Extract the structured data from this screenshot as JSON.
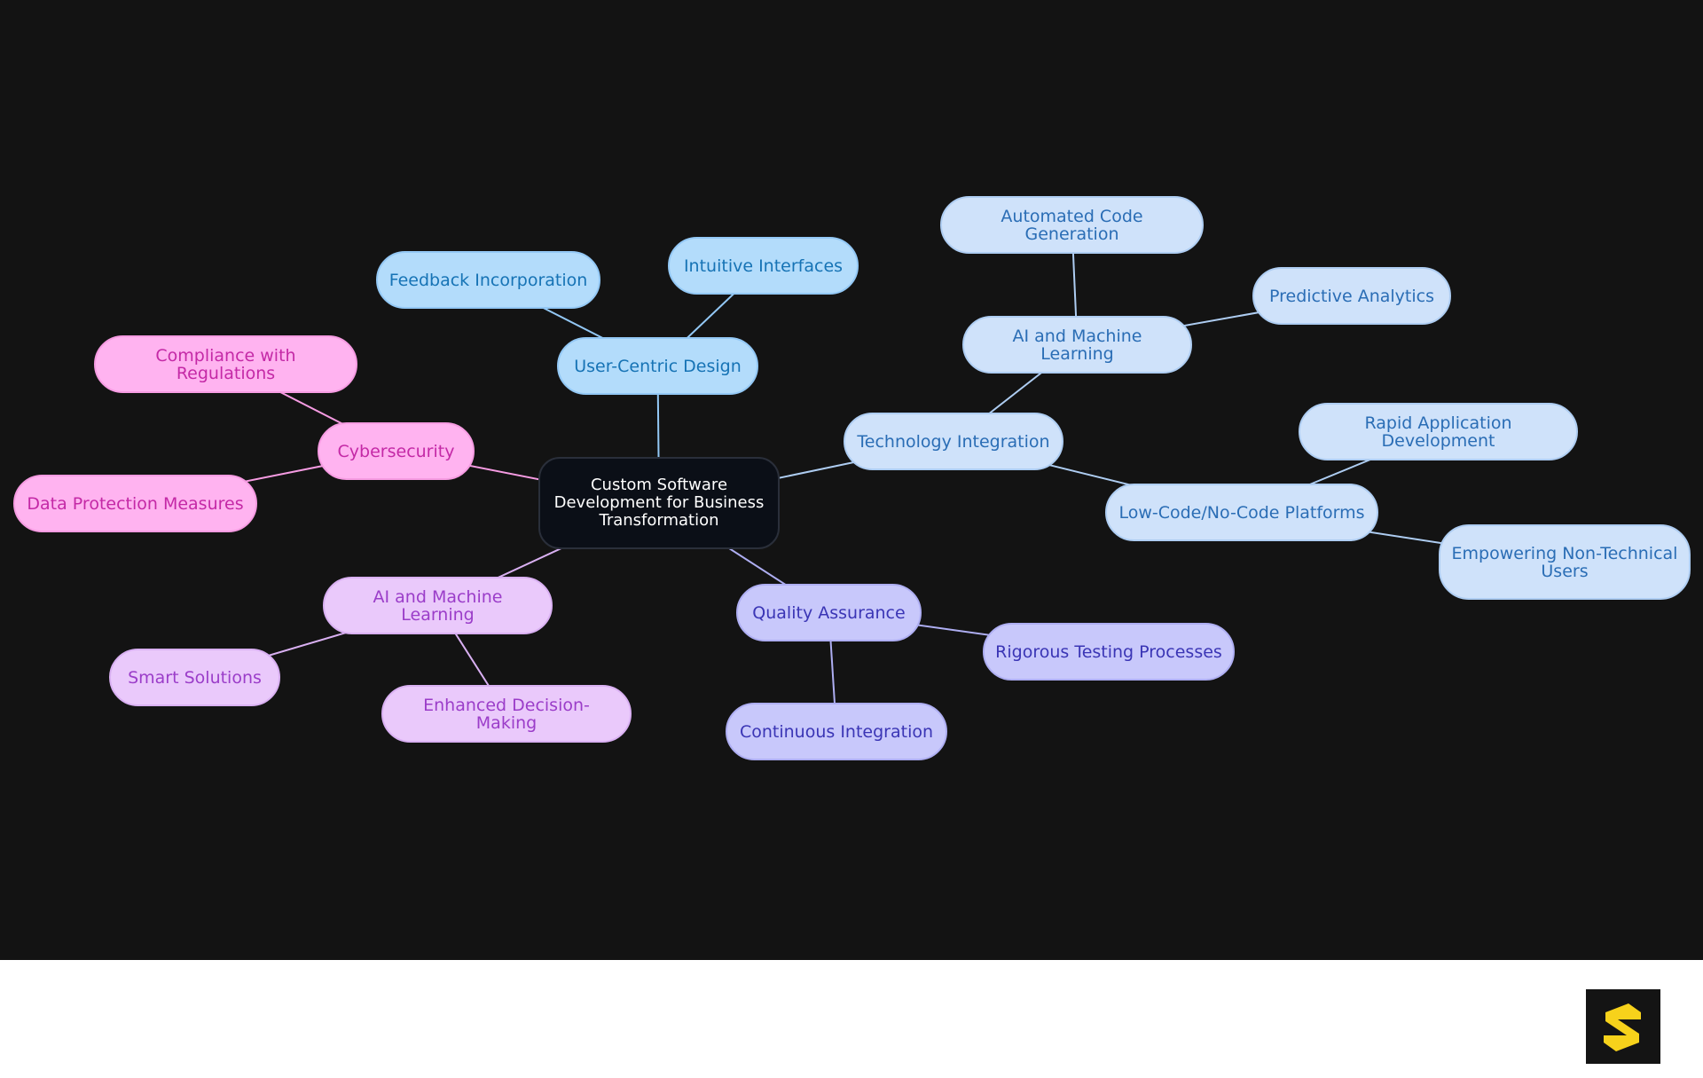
{
  "colors": {
    "background": "#131313",
    "footer": "#ffffff",
    "root_fill": "#0b0f17",
    "root_border": "#2a2f3a",
    "root_text": "#ffffff",
    "blue_fill": "#b3dcfb",
    "blue_border": "#93c8f5",
    "blue_text": "#1673b5",
    "pale_fill": "#cfe2fa",
    "pale_border": "#aecdf2",
    "pale_text": "#2a6db5",
    "pink_fill": "#ffb3f0",
    "pink_border": "#f69be2",
    "pink_text": "#c429a6",
    "lilac_fill": "#eac9fb",
    "lilac_border": "#d9b0f2",
    "lilac_text": "#9b3dc9",
    "indigo_fill": "#c8c8fb",
    "indigo_border": "#aeaef2",
    "indigo_text": "#3a35b5",
    "logo_bg": "#141414",
    "logo_mark": "#f7d21b"
  },
  "nodes": {
    "root": "Custom Software Development for Business Transformation",
    "user_centric_design": "User-Centric Design",
    "feedback_incorporation": "Feedback Incorporation",
    "intuitive_interfaces": "Intuitive Interfaces",
    "cybersecurity": "Cybersecurity",
    "compliance_with_regulations": "Compliance with Regulations",
    "data_protection_measures": "Data Protection Measures",
    "ai_ml_left": "AI and Machine Learning",
    "smart_solutions": "Smart Solutions",
    "enhanced_decision_making": "Enhanced Decision-Making",
    "quality_assurance": "Quality Assurance",
    "rigorous_testing_processes": "Rigorous Testing Processes",
    "continuous_integration": "Continuous Integration",
    "technology_integration": "Technology Integration",
    "ai_ml_right": "AI and Machine Learning",
    "automated_code_generation": "Automated Code Generation",
    "predictive_analytics": "Predictive Analytics",
    "low_code_platforms": "Low-Code/No-Code Platforms",
    "rapid_application_development": "Rapid Application Development",
    "empowering_non_technical_users": "Empowering Non-Technical Users"
  },
  "edges": [
    [
      "root",
      "user_centric_design"
    ],
    [
      "user_centric_design",
      "feedback_incorporation"
    ],
    [
      "user_centric_design",
      "intuitive_interfaces"
    ],
    [
      "root",
      "cybersecurity"
    ],
    [
      "cybersecurity",
      "compliance_with_regulations"
    ],
    [
      "cybersecurity",
      "data_protection_measures"
    ],
    [
      "root",
      "ai_ml_left"
    ],
    [
      "ai_ml_left",
      "smart_solutions"
    ],
    [
      "ai_ml_left",
      "enhanced_decision_making"
    ],
    [
      "root",
      "quality_assurance"
    ],
    [
      "quality_assurance",
      "rigorous_testing_processes"
    ],
    [
      "quality_assurance",
      "continuous_integration"
    ],
    [
      "root",
      "technology_integration"
    ],
    [
      "technology_integration",
      "ai_ml_right"
    ],
    [
      "ai_ml_right",
      "automated_code_generation"
    ],
    [
      "ai_ml_right",
      "predictive_analytics"
    ],
    [
      "technology_integration",
      "low_code_platforms"
    ],
    [
      "low_code_platforms",
      "rapid_application_development"
    ],
    [
      "low_code_platforms",
      "empowering_non_technical_users"
    ]
  ]
}
